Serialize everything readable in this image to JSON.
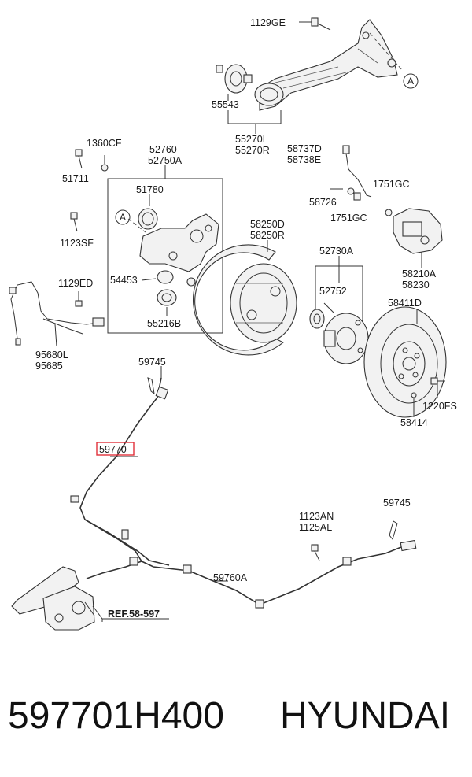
{
  "labels": {
    "p1129GE": "1129GE",
    "pA_top": "A",
    "p55543": "55543",
    "p55270L": "55270L",
    "p55270R": "55270R",
    "p1360CF": "1360CF",
    "p51711": "51711",
    "p52760": "52760",
    "p52750A": "52750A",
    "p51780": "51780",
    "pA_knuckle": "A",
    "p1123SF": "1123SF",
    "p54453": "54453",
    "p55216B": "55216B",
    "p1129ED": "1129ED",
    "p95680L": "95680L",
    "p95685": "95685",
    "p58737D": "58737D",
    "p58738E": "58738E",
    "p58726": "58726",
    "p1751GC_a": "1751GC",
    "p1751GC_b": "1751GC",
    "p58210A": "58210A",
    "p58230": "58230",
    "p58250D": "58250D",
    "p58250R": "58250R",
    "p52730A": "52730A",
    "p52752": "52752",
    "p58411D": "58411D",
    "p1220FS": "1220FS",
    "p58414": "58414",
    "p59745_a": "59745",
    "p59770": "59770",
    "p1123AN": "1123AN",
    "p1125AL": "1125AL",
    "p59745_b": "59745",
    "p59760A": "59760A",
    "pREF": "REF.58-597"
  },
  "highlight_color": "#e0303a",
  "footer": {
    "part_number": "597701H400",
    "brand": "HYUNDAI"
  }
}
